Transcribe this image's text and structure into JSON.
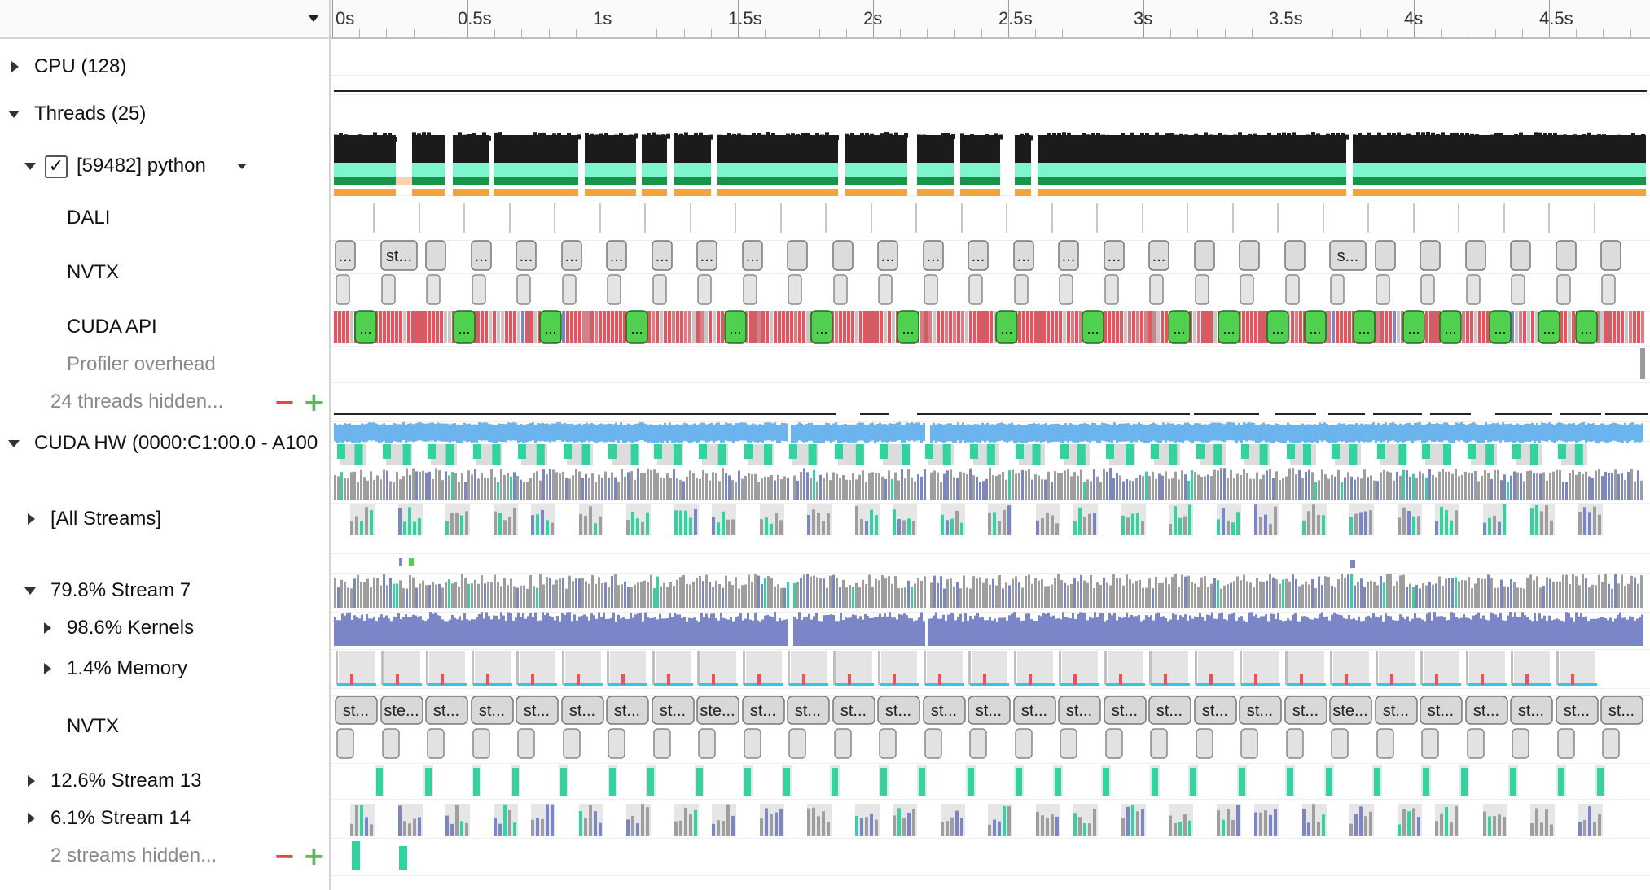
{
  "tree": {
    "rows": [
      {
        "id": "cpu",
        "label": "CPU (128)",
        "toggle": "collapsed",
        "muted": false
      },
      {
        "id": "threads",
        "label": "Threads (25)",
        "toggle": "expanded",
        "muted": false
      },
      {
        "id": "python",
        "label": "[59482] python",
        "toggle": "expanded",
        "checkbox": "✓",
        "dropdown": true,
        "muted": false
      },
      {
        "id": "dali",
        "label": "DALI",
        "muted": false
      },
      {
        "id": "nvtx-thread",
        "label": "NVTX",
        "muted": false
      },
      {
        "id": "cuda-api",
        "label": "CUDA API",
        "muted": false
      },
      {
        "id": "profiler-overhead",
        "label": "Profiler overhead",
        "muted": true
      },
      {
        "id": "threads-hidden",
        "label": "24 threads hidden...",
        "muted": true,
        "pm": true
      },
      {
        "id": "cuda-hw",
        "label": "CUDA HW (0000:C1:00.0 - A100",
        "toggle": "expanded",
        "muted": false
      },
      {
        "id": "all-streams",
        "label": "[All Streams]",
        "toggle": "collapsed",
        "muted": false
      },
      {
        "id": "stream7",
        "label": "79.8% Stream 7",
        "toggle": "expanded",
        "muted": false
      },
      {
        "id": "kernels",
        "label": "98.6% Kernels",
        "toggle": "collapsed",
        "muted": false
      },
      {
        "id": "memory",
        "label": "1.4% Memory",
        "toggle": "collapsed",
        "muted": false
      },
      {
        "id": "nvtx-stream",
        "label": "NVTX",
        "muted": false
      },
      {
        "id": "stream13",
        "label": "12.6% Stream 13",
        "toggle": "collapsed",
        "muted": false
      },
      {
        "id": "stream14",
        "label": "6.1% Stream 14",
        "toggle": "collapsed",
        "muted": false
      },
      {
        "id": "streams-hidden",
        "label": "2 streams hidden...",
        "muted": true,
        "pm": true
      }
    ],
    "minus_symbol": "−",
    "plus_symbol": "+"
  },
  "ruler": {
    "ticks": [
      "0s",
      "0.5s",
      "1s",
      "1.5s",
      "2s",
      "2.5s",
      "3s",
      "3.5s",
      "4s",
      "4.5s"
    ]
  },
  "timeline": {
    "nvtx_thread_labels": [
      "...",
      "st...",
      "",
      "...",
      "...",
      "...",
      "...",
      "...",
      "...",
      "...",
      "",
      "",
      "...",
      "...",
      "...",
      "...",
      "...",
      "...",
      "...",
      "",
      "",
      "",
      "s...",
      "",
      "",
      "",
      "",
      "",
      ""
    ],
    "nvtx_stream_labels": [
      "st...",
      "ste...",
      "st...",
      "st...",
      "st...",
      "st...",
      "st...",
      "st...",
      "ste...",
      "st...",
      "st...",
      "st...",
      "st...",
      "st...",
      "st...",
      "st...",
      "st...",
      "st...",
      "st...",
      "st...",
      "st...",
      "st...",
      "ste...",
      "st...",
      "st...",
      "st...",
      "st...",
      "st...",
      "st..."
    ],
    "cuda_api_marker": "..."
  },
  "colors": {
    "thread_black": "#1b1b1b",
    "thread_mint": "#7ff5cf",
    "thread_green": "#19934a",
    "thread_orange": "#f0a43a",
    "cuda_red": "#f0505a",
    "cuda_green": "#4fd04f",
    "hw_blue": "#6cb4ee",
    "kernel_purple": "#7b86c8",
    "teal": "#2fd4a0",
    "gray": "#9e9e9e",
    "light_gray": "#e2e2e2",
    "cyan": "#2fc7f0"
  }
}
